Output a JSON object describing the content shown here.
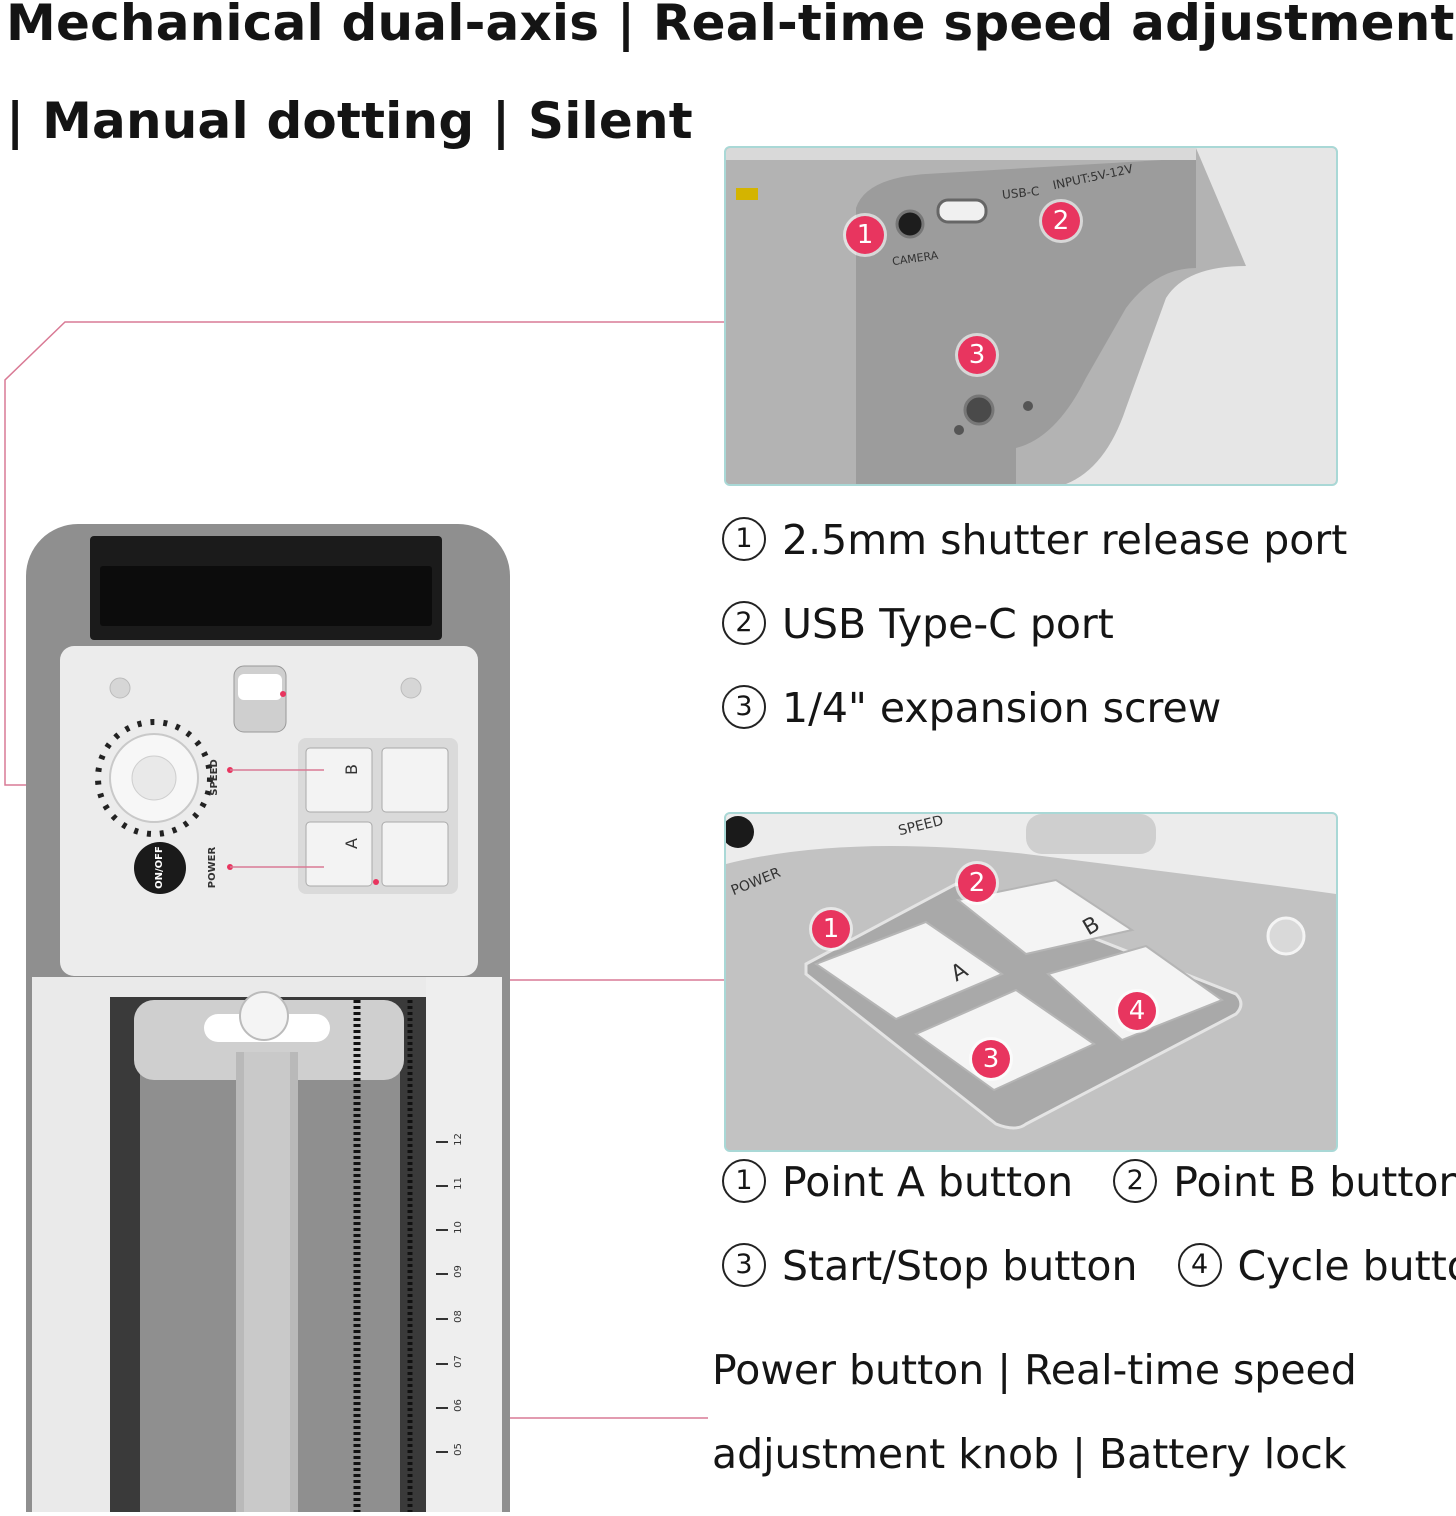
{
  "header": {
    "line1": "Mechanical dual-axis | Real-time speed adjustment",
    "line2": "| Manual dotting | Silent"
  },
  "top_panel": {
    "port_labels": {
      "usb": "USB-C",
      "input": "INPUT:5V-12V",
      "camera": "CAMERA"
    },
    "badges": [
      "1",
      "2",
      "3"
    ]
  },
  "top_captions": [
    {
      "num": "1",
      "text": "2.5mm shutter release port"
    },
    {
      "num": "2",
      "text": "USB Type-C port"
    },
    {
      "num": "3",
      "text": "1/4\" expansion screw"
    }
  ],
  "button_panel": {
    "labels": {
      "speed": "SPEED",
      "power": "POWER",
      "a": "A",
      "b": "B"
    },
    "badges": [
      "1",
      "2",
      "3",
      "4"
    ]
  },
  "button_captions": {
    "line1": [
      {
        "num": "1",
        "text": "Point A button"
      },
      {
        "num": "2",
        "text": "Point B button"
      }
    ],
    "line2": [
      {
        "num": "3",
        "text": "Start/Stop button"
      },
      {
        "num": "4",
        "text": "Cycle button"
      }
    ]
  },
  "bottom_caption": {
    "line1": "Power button | Real-time speed",
    "line2": "adjustment knob | Battery lock"
  },
  "device": {
    "speed_label": "SPEED",
    "power_label": "POWER",
    "onoff_label": "ON/OFF",
    "key_b": "B",
    "key_a": "A",
    "ruler_ticks": [
      "12",
      "11",
      "10",
      "09",
      "08",
      "07",
      "06",
      "05"
    ]
  },
  "colors": {
    "accent_pink": "#e8355f",
    "leader_line": "#d97a95",
    "panel_border": "#a9d8d6"
  }
}
